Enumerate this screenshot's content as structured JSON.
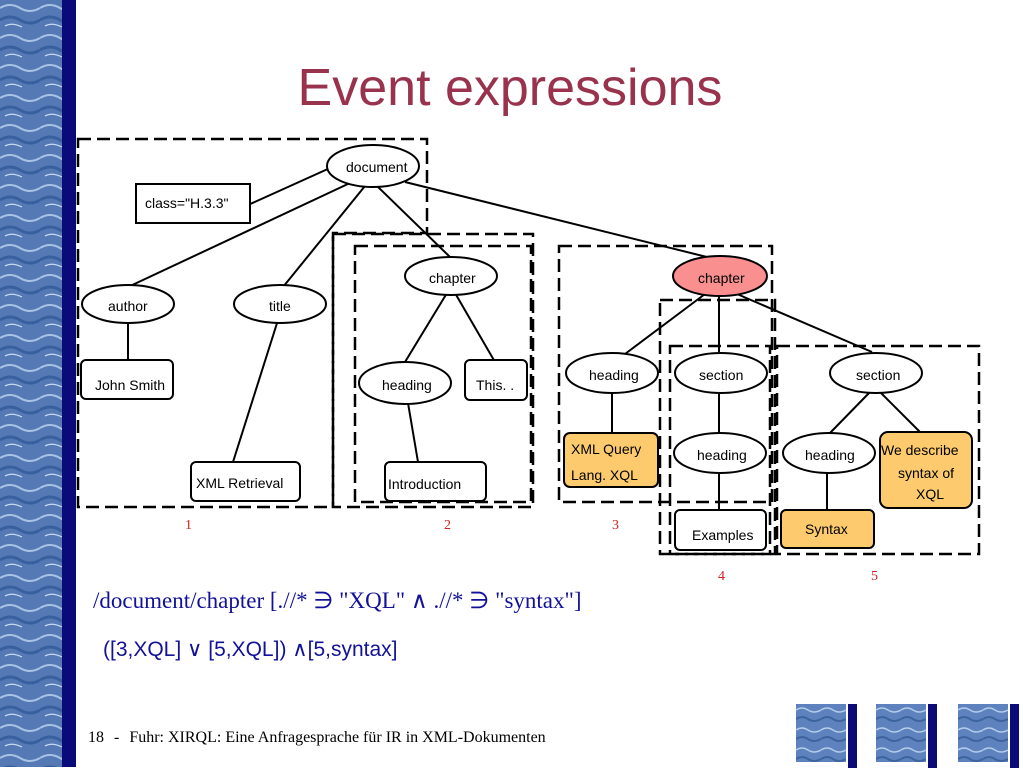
{
  "slide": {
    "title": "Event expressions",
    "footer": {
      "page_number": "18",
      "separator": "-",
      "text": "Fuhr: XIRQL: Eine Anfragesprache für IR in XML-Dokumenten"
    }
  },
  "diagram": {
    "nodes": {
      "document": "document",
      "class_attr": "class=\"H.3.3\"",
      "author": "author",
      "title": "title",
      "john_smith": "John Smith",
      "xml_retrieval": "XML Retrieval",
      "chapter1": "chapter",
      "heading1": "heading",
      "this": "This. .",
      "introduction": "Introduction",
      "chapter2": "chapter",
      "heading2": "heading",
      "xml_query_line1": "XML Query",
      "xml_query_line2": "Lang. XQL",
      "section1": "section",
      "heading3": "heading",
      "examples": "Examples",
      "section2": "section",
      "heading4": "heading",
      "syntax": "Syntax",
      "we_describe_line1": "We describe",
      "we_describe_line2": "syntax of",
      "we_describe_line3": "XQL"
    },
    "region_labels": [
      "1",
      "2",
      "3",
      "4",
      "5"
    ],
    "colors": {
      "highlight_node": "#f98f8f",
      "match_box": "#fdcb6e",
      "region_label": "#cc2222"
    }
  },
  "queries": {
    "xpath": "/document/chapter [.//* ∋ \"XQL\" ∧ .//* ∋ \"syntax\"]",
    "event_expression": "([3,XQL] ∨ [5,XQL]) ∧[5,syntax]"
  }
}
